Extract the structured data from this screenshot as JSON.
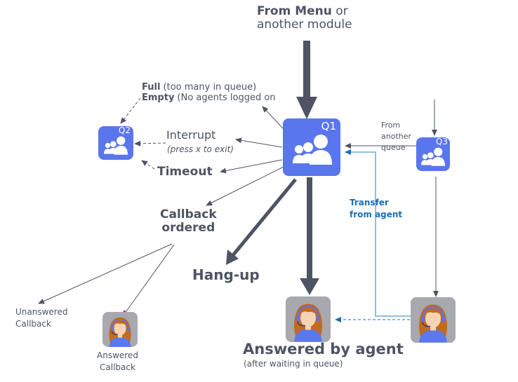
{
  "colors": {
    "text": "#4e5464",
    "arrow": "#4e5464",
    "queue": "#5a76ec",
    "transfer": "#1a6fb3",
    "transfer_line": "#6aa8e0",
    "agent_bg": "#a7a9ae",
    "hair": "#c26a1e",
    "skin": "#f6d3b3",
    "shirt": "#5b78ee",
    "headset": "#6b6fd6"
  },
  "top": {
    "line1_bold": "From Menu",
    "line1_rest": " or",
    "line2": "another module"
  },
  "queues": {
    "q1": "Q1",
    "q2": "Q2",
    "q3": "Q3"
  },
  "labels": {
    "full_bold": "Full",
    "full_rest": " (too many in queue)",
    "empty_bold": "Empty",
    "empty_rest": " (No agents logged on",
    "interrupt": "Interrupt",
    "interrupt_sub": "(press x to exit)",
    "timeout": "Timeout",
    "callback_line1": "Callback",
    "callback_line2": "ordered",
    "hangup": "Hang-up",
    "from_another_1": "From",
    "from_another_2": "another",
    "from_another_3": "queue",
    "transfer_1": "Transfer",
    "transfer_2": "from agent",
    "unanswered_1": "Unanswered",
    "unanswered_2": "Callback",
    "answered_cb_1": "Answered",
    "answered_cb_2": "Callback",
    "answered_agent": "Answered by agent",
    "answered_agent_sub": "(after waiting in queue)"
  }
}
